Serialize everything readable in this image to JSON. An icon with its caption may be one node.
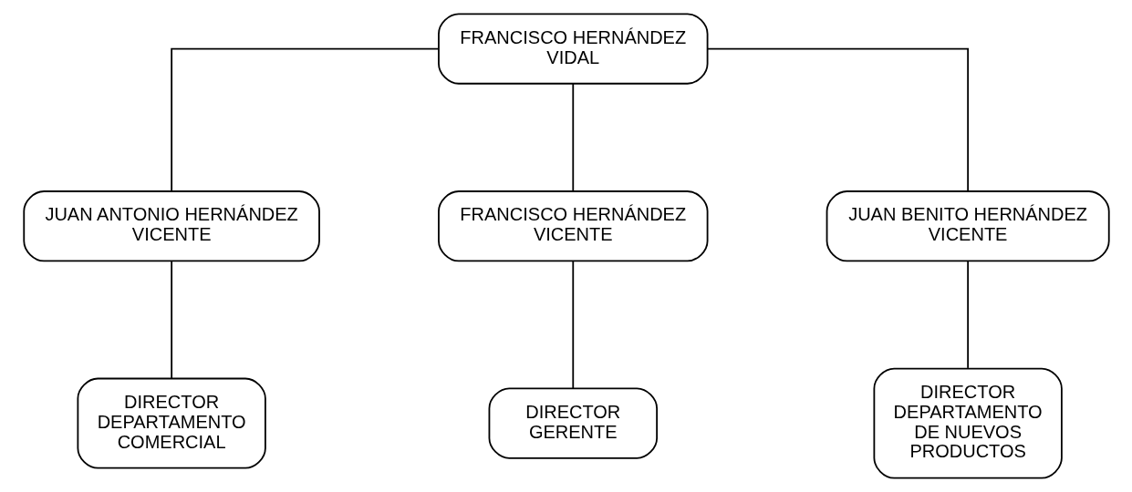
{
  "diagram": {
    "nodes": [
      {
        "text": [
          "FRANCISCO HERNÁNDEZ VIDAL"
        ]
      },
      {
        "text": [
          "JUAN ANTONIO HERNÁNDEZ VICENTE"
        ]
      },
      {
        "text": [
          "FRANCISCO HERNÁNDEZ VICENTE"
        ]
      },
      {
        "text": [
          "JUAN BENITO HERNÁNDEZ VICENTE"
        ]
      },
      {
        "text": [
          "DIRECTOR DEPARTAMENTO COMERCIAL"
        ]
      },
      {
        "text": [
          "DIRECTOR GERENTE"
        ]
      },
      {
        "text": [
          "DIRECTOR DEPARTAMENTO DE NUEVOS PRODUCTOS"
        ]
      }
    ],
    "edges": [
      {
        "from": 0,
        "to": 1,
        "arrow": "none"
      },
      {
        "from": 0,
        "to": 2,
        "arrow": "none"
      },
      {
        "from": 0,
        "to": 3,
        "arrow": "none"
      },
      {
        "from": 1,
        "to": 4,
        "arrow": "none"
      },
      {
        "from": 2,
        "to": 5,
        "arrow": "none"
      },
      {
        "from": 3,
        "to": 6,
        "arrow": "none"
      }
    ]
  }
}
